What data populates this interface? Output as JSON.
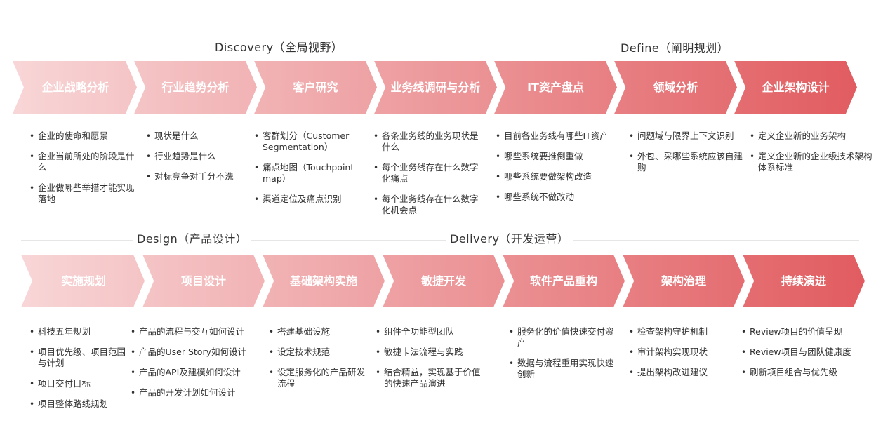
{
  "phases": {
    "discovery": "Discovery（全局视野）",
    "define": "Define（阐明规划）",
    "design": "Design（产品设计）",
    "delivery": "Delivery（开发运营）"
  },
  "colors": {
    "gradient_start": "#f7d3d4",
    "gradient_end": "#e15a5e",
    "divider": "#e6e6e6",
    "text": "#333333"
  },
  "row1": [
    {
      "title": "企业战略分析",
      "items": [
        "企业的使命和愿景",
        "企业当前所处的阶段是什么",
        "企业做哪些举措才能实现落地"
      ]
    },
    {
      "title": "行业趋势分析",
      "items": [
        "现状是什么",
        "行业趋势是什么",
        "对标竞争对手分不洗"
      ]
    },
    {
      "title": "客户研究",
      "items": [
        "客群划分（Customer Segmentation）",
        "痛点地图（Touchpoint map）",
        "渠道定位及痛点识别"
      ]
    },
    {
      "title": "业务线调研与分析",
      "items": [
        "各条业务线的业务现状是什么",
        "每个业务线存在什么数字化痛点",
        "每个业务线存在什么数字化机会点"
      ]
    },
    {
      "title": "IT资产盘点",
      "items": [
        "目前各业务线有哪些IT资产",
        "哪些系统要推倒重做",
        "哪些系统要做架构改造",
        "哪些系统不做改动"
      ]
    },
    {
      "title": "领域分析",
      "items": [
        "问题域与限界上下文识别",
        "外包、采哪些系统应该自建购"
      ]
    },
    {
      "title": "企业架构设计",
      "items": [
        "定义企业新的业务架构",
        "定义企业新的企业级技术架构体系标准"
      ]
    }
  ],
  "row2": [
    {
      "title": "实施规划",
      "items": [
        "科技五年规划",
        "项目优先级、项目范围与计划",
        "项目交付目标",
        "项目整体路线规划"
      ]
    },
    {
      "title": "项目设计",
      "items": [
        "产品的流程与交互如何设计",
        "产品的User Story如何设计",
        "产品的API及建模如何设计",
        "产品的开发计划如何设计"
      ]
    },
    {
      "title": "基础架构实施",
      "items": [
        "搭建基础设施",
        "设定技术规范",
        "设定服务化的产品研发流程"
      ]
    },
    {
      "title": "敏捷开发",
      "items": [
        "组件全功能型团队",
        "敏捷卡法流程与实践",
        "结合精益，实现基于价值的快速产品演进"
      ]
    },
    {
      "title": "软件产品重构",
      "items": [
        "服务化的价值快速交付资产",
        "数据与流程重用实现快速创新"
      ]
    },
    {
      "title": "架构治理",
      "items": [
        "检查架构守护机制",
        "审计架构实现现状",
        "提出架构改进建议"
      ]
    },
    {
      "title": "持续演进",
      "items": [
        "Review项目的价值呈现",
        "Review项目与团队健康度",
        "刷新项目组合与优先级"
      ]
    }
  ]
}
